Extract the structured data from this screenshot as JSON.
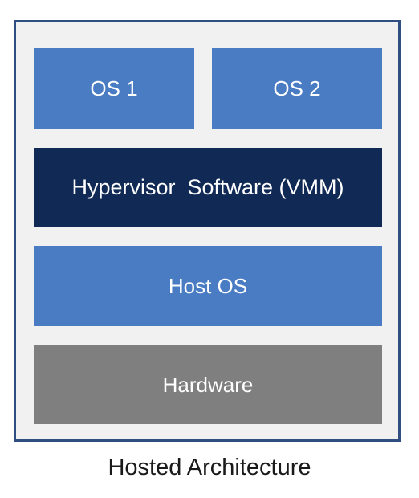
{
  "diagram": {
    "layers": {
      "os1": "OS 1",
      "os2": "OS 2",
      "hypervisor": "Hypervisor  Software (VMM)",
      "host_os": "Host OS",
      "hardware": "Hardware"
    },
    "caption": "Hosted Architecture",
    "colors": {
      "frame_border": "#2f4f82",
      "frame_fill": "#f1f1f1",
      "os_blue": "#4a7cc3",
      "hypervisor_navy": "#102a55",
      "hardware_gray": "#7f7f7f",
      "text_light": "#ffffff"
    }
  }
}
